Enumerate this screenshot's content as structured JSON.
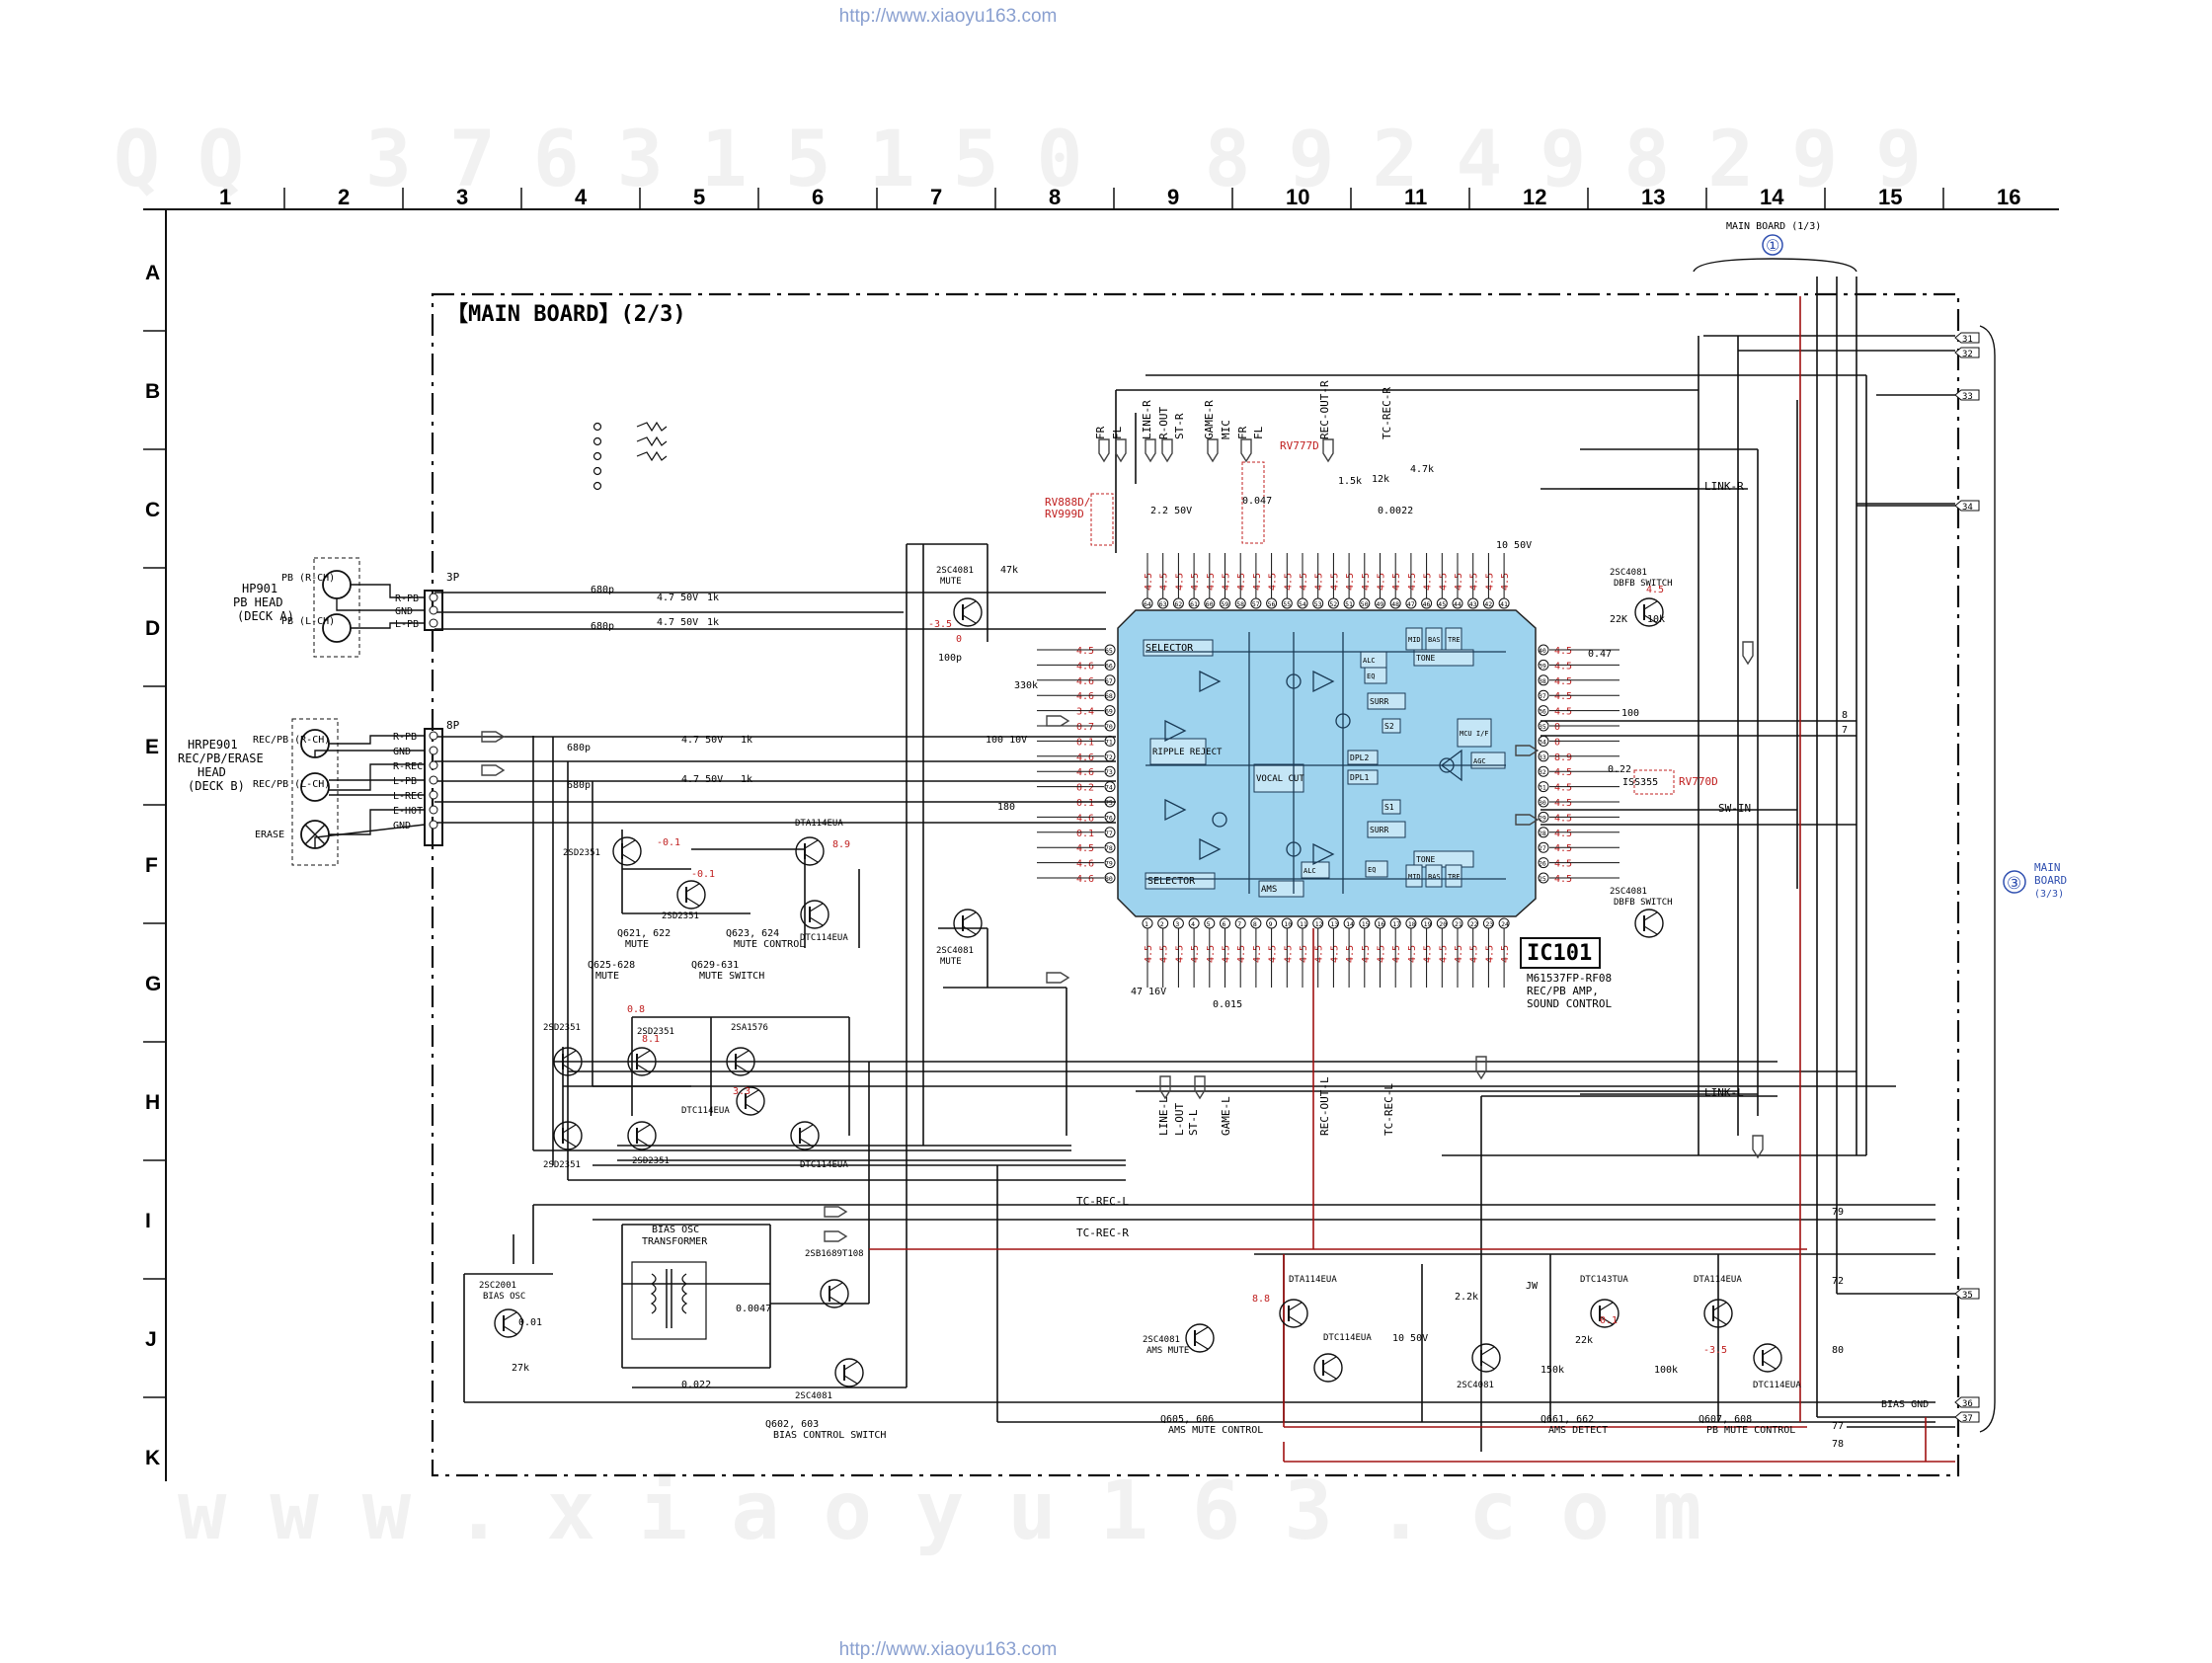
{
  "header_url": "http://www.xiaoyu163.com",
  "footer_url": "http://www.xiaoyu163.com",
  "watermark_top": "QQ 376315150  892498299",
  "watermark_bottom": "www.xiaoyu163.com",
  "board_title": "【MAIN BOARD】(2/3)",
  "grid_columns": [
    "1",
    "2",
    "3",
    "4",
    "5",
    "6",
    "7",
    "8",
    "9",
    "10",
    "11",
    "12",
    "13",
    "14",
    "15",
    "16"
  ],
  "grid_rows": [
    "A",
    "B",
    "C",
    "D",
    "E",
    "F",
    "G",
    "H",
    "I",
    "J",
    "K"
  ],
  "ic": {
    "ref": "IC101",
    "part": "M61537FP-RF08",
    "function_line1": "REC/PB AMP,",
    "function_line2": "SOUND CONTROL",
    "blocks": [
      "SELECTOR",
      "SELECTOR",
      "RIPPLE REJECT",
      "VOCAL CUT",
      "AMS",
      "SURR",
      "SURR",
      "ALC",
      "ALC",
      "EQ",
      "EQ",
      "TONE",
      "TONE",
      "MID",
      "BAS",
      "TRE",
      "MID",
      "BAS",
      "TRE",
      "MCU I/F",
      "AGC",
      "DPL1",
      "DPL2",
      "S1",
      "S2"
    ]
  },
  "heads": {
    "hp901_ref": "HP901",
    "hp901_line2": "PB HEAD",
    "hp901_line3": "(DECK A)",
    "hp901_ch_r": "PB (R-CH)",
    "hp901_ch_l": "PB (L-CH)",
    "hrpe901_ref": "HRPE901",
    "hrpe901_line2": "REC/PB/ERASE",
    "hrpe901_line3": "HEAD",
    "hrpe901_line4": "(DECK B)",
    "hrpe_ch_r": "REC/PB (R-CH)",
    "hrpe_ch_l": "REC/PB (L-CH)",
    "erase": "ERASE"
  },
  "connectors": {
    "cn_3p": "3P",
    "cn_8p": "8P",
    "pins_3p": [
      "R-PB",
      "GND",
      "L-PB"
    ],
    "pins_8p": [
      "R-PB",
      "GND",
      "R-REC",
      "L-PB",
      "L-REC",
      "E-HOT",
      "GND"
    ]
  },
  "main_board_1": {
    "label": "MAIN BOARD (1/3)",
    "number": "①"
  },
  "main_board_3": {
    "label_line1": "MAIN",
    "label_line2": "BOARD",
    "label_line3": "(3/3)",
    "number": "③"
  },
  "right_terminals": [
    "31",
    "32",
    "33",
    "34",
    "35",
    "36",
    "37"
  ],
  "signal_labels": {
    "top": [
      "FR",
      "FL",
      "LINE-R",
      "R-OUT",
      "ST-R",
      "GAME-R",
      "MIC",
      "FR",
      "FL",
      "REC-OUT-R",
      "TC-REC-R"
    ],
    "bottom": [
      "LINE-L",
      "L-OUT",
      "ST-L",
      "GAME-L",
      "REC-OUT-L",
      "TC-REC-L"
    ],
    "link_r": "LINK-R",
    "link_l": "LINK-L",
    "sw_in": "SW-IN",
    "tc_rec_l": "TC-REC-L",
    "tc_rec_r": "TC-REC-R",
    "bias_gnd": "BIAS GND"
  },
  "line_numbers": [
    "8",
    "7",
    "79",
    "72",
    "80",
    "77",
    "78"
  ],
  "variable_resistors": {
    "rv888d": "RV888D/",
    "rv999d": "RV999D",
    "rv777d": "RV777D",
    "rv770d": "RV770D"
  },
  "transistors": [
    {
      "part": "2SC4081",
      "role": "MUTE"
    },
    {
      "part": "2SC4081",
      "role": "MUTE"
    },
    {
      "part": "2SC4081",
      "role": "DBFB SWITCH"
    },
    {
      "part": "2SC4081",
      "role": "DBFB SWITCH"
    },
    {
      "part": "2SD2351",
      "role": ""
    },
    {
      "part": "2SD2351",
      "role": ""
    },
    {
      "part": "DTA114EUA",
      "role": ""
    },
    {
      "part": "DTC114EUA",
      "role": ""
    },
    {
      "part": "2SD2351",
      "role": ""
    },
    {
      "part": "2SD2351",
      "role": ""
    },
    {
      "part": "2SD2351",
      "role": ""
    },
    {
      "part": "2SD2351",
      "role": ""
    },
    {
      "part": "2SA1576",
      "role": ""
    },
    {
      "part": "DTC114EUA",
      "role": ""
    },
    {
      "part": "DTC114EUA",
      "role": ""
    },
    {
      "part": "2SC2001",
      "role": "BIAS OSC"
    },
    {
      "part": "2SB1689T108",
      "role": ""
    },
    {
      "part": "2SC4081",
      "role": ""
    },
    {
      "part": "2SC4081",
      "role": "AMS MUTE"
    },
    {
      "part": "DTA114EUA",
      "role": ""
    },
    {
      "part": "DTC114EUA",
      "role": ""
    },
    {
      "part": "2SC4081",
      "role": ""
    },
    {
      "part": "DTC143TUA",
      "role": ""
    },
    {
      "part": "DTA114EUA",
      "role": ""
    },
    {
      "part": "DTC114EUA",
      "role": ""
    }
  ],
  "group_captions": [
    {
      "line1": "Q621, 622",
      "line2": "MUTE"
    },
    {
      "line1": "Q623, 624",
      "line2": "MUTE CONTROL"
    },
    {
      "line1": "Q625-628",
      "line2": "MUTE"
    },
    {
      "line1": "Q629-631",
      "line2": "MUTE SWITCH"
    },
    {
      "line1": "Q602, 603",
      "line2": "BIAS CONTROL SWITCH"
    },
    {
      "line1": "Q605, 606",
      "line2": "AMS MUTE CONTROL"
    },
    {
      "line1": "Q661, 662",
      "line2": "AMS DETECT"
    },
    {
      "line1": "Q607, 608",
      "line2": "PB MUTE CONTROL"
    }
  ],
  "bias_transformer": {
    "line1": "BIAS OSC",
    "line2": "TRANSFORMER"
  },
  "component_values": [
    "680p",
    "680p",
    "680p",
    "680p",
    "4.7 50V",
    "4.7 50V",
    "4.7 50V",
    "4.7 50V",
    "1k",
    "1k",
    "1k",
    "1k",
    "47k",
    "10k",
    "22K",
    "2.2 50V",
    "0.047",
    "0.0022",
    "1.5k",
    "12k",
    "4.7k",
    "0.47",
    "10 50V",
    "100 10V",
    "330k",
    "100p",
    "47 16V",
    "180",
    "0.01",
    "0.015",
    "27k",
    "0.0047",
    "0.022",
    "100",
    "ISS355",
    "0.22",
    "2.2k",
    "10 50V",
    "JW",
    "150k",
    "22k",
    "100k"
  ],
  "ic_voltages_top": [
    "4.5",
    "4.5",
    "4.5",
    "4.5",
    "4.5",
    "4.5",
    "4.5",
    "4.5",
    "4.5",
    "4.5",
    "4.5",
    "4.5",
    "4.5",
    "4.5",
    "4.5",
    "4.5",
    "4.5",
    "4.5",
    "4.5",
    "4.5",
    "4.5",
    "4.5",
    "4.5",
    "4.5"
  ],
  "ic_voltages_left": [
    "4.5",
    "4.6",
    "4.6",
    "4.6",
    "3.4",
    "0.7",
    "0.1",
    "4.6",
    "4.6",
    "0.2",
    "0.1",
    "4.6",
    "0.1",
    "4.5",
    "4.6",
    "4.6"
  ],
  "ic_voltages_right": [
    "4.5",
    "4.5",
    "4.5",
    "4.5",
    "4.5",
    "0",
    "0",
    "8.9",
    "4.5",
    "4.5",
    "4.5",
    "4.5",
    "4.5",
    "4.5",
    "4.5",
    "4.5"
  ],
  "misc_voltages": [
    "-3.5",
    "0",
    "4.5",
    "-0.1",
    "8.9",
    "0.8",
    "8.1",
    "3.3",
    "-3.5",
    "0.1",
    "8.8",
    "-0.1"
  ]
}
